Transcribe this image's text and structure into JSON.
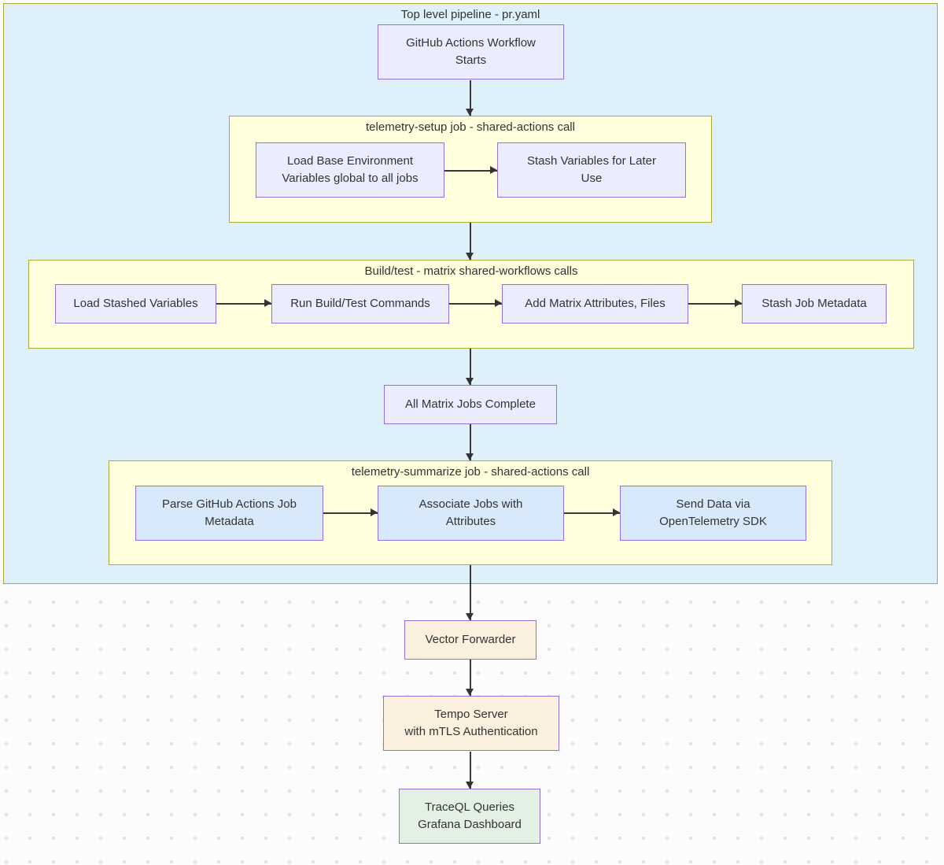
{
  "colors": {
    "outer_cluster_fill": "#def1fb",
    "cluster_border": "#a9aa36",
    "subgraph_fill": "#ffffde",
    "node_border": "#9370DB",
    "node_lavender_fill": "#ECECFF",
    "node_blue_fill": "#d7e9fa",
    "node_peach_fill": "#faf0dd",
    "node_green_fill": "#e3f1e4",
    "edge_color": "#333333",
    "background_dot_color": "#e4e2e2"
  },
  "pipeline": {
    "title": "Top level pipeline - pr.yaml",
    "start_node": {
      "label": "GitHub Actions Workflow\nStarts"
    },
    "setup_subgraph": {
      "title": "telemetry-setup job - shared-actions call",
      "nodes": [
        {
          "label": "Load Base Environment\nVariables global to all jobs"
        },
        {
          "label": "Stash Variables for Later\nUse"
        }
      ]
    },
    "build_subgraph": {
      "title": "Build/test - matrix shared-workflows calls",
      "nodes": [
        {
          "label": "Load Stashed Variables"
        },
        {
          "label": "Run Build/Test Commands"
        },
        {
          "label": "Add Matrix Attributes, Files"
        },
        {
          "label": "Stash Job Metadata"
        }
      ]
    },
    "matrix_complete_node": {
      "label": "All Matrix Jobs Complete"
    },
    "summarize_subgraph": {
      "title": "telemetry-summarize job - shared-actions call",
      "nodes": [
        {
          "label": "Parse GitHub Actions Job\nMetadata"
        },
        {
          "label": "Associate Jobs with\nAttributes"
        },
        {
          "label": "Send Data via\nOpenTelemetry SDK"
        }
      ]
    },
    "vector_node": {
      "label": "Vector Forwarder"
    },
    "tempo_node": {
      "label": "Tempo Server\nwith mTLS Authentication"
    },
    "traceql_node": {
      "label": "TraceQL Queries\nGrafana Dashboard"
    }
  }
}
